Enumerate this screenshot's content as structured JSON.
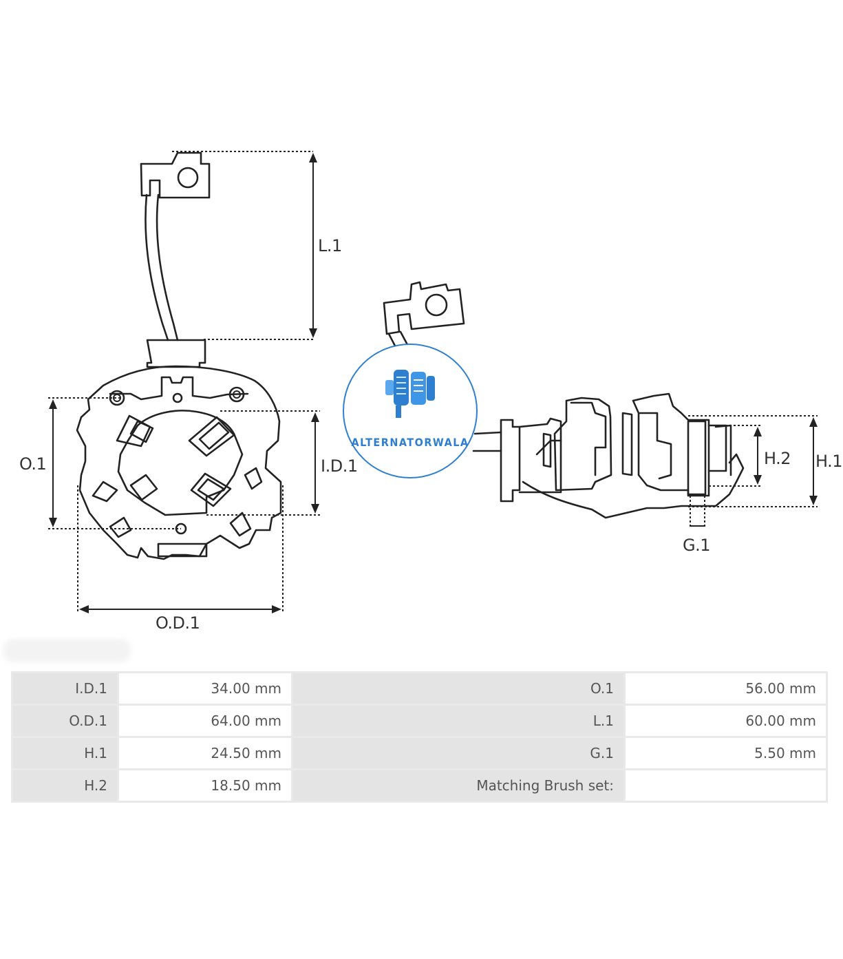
{
  "diagram": {
    "labels": {
      "l1": "L.1",
      "o1": "O.1",
      "id1": "I.D.1",
      "od1": "O.D.1",
      "h1": "H.1",
      "h2": "H.2",
      "g1": "G.1"
    },
    "logo": {
      "text": "ALTERNATORWALA",
      "accent": "#2f7fd1"
    }
  },
  "specs": {
    "rows": [
      {
        "k1": "I.D.1",
        "v1": "34.00 mm",
        "k2": "O.1",
        "v2": "56.00 mm"
      },
      {
        "k1": "O.D.1",
        "v1": "64.00 mm",
        "k2": "L.1",
        "v2": "60.00 mm"
      },
      {
        "k1": "H.1",
        "v1": "24.50 mm",
        "k2": "G.1",
        "v2": "5.50 mm"
      },
      {
        "k1": "H.2",
        "v1": "18.50 mm",
        "k2": "Matching Brush set:",
        "v2": ""
      }
    ]
  }
}
